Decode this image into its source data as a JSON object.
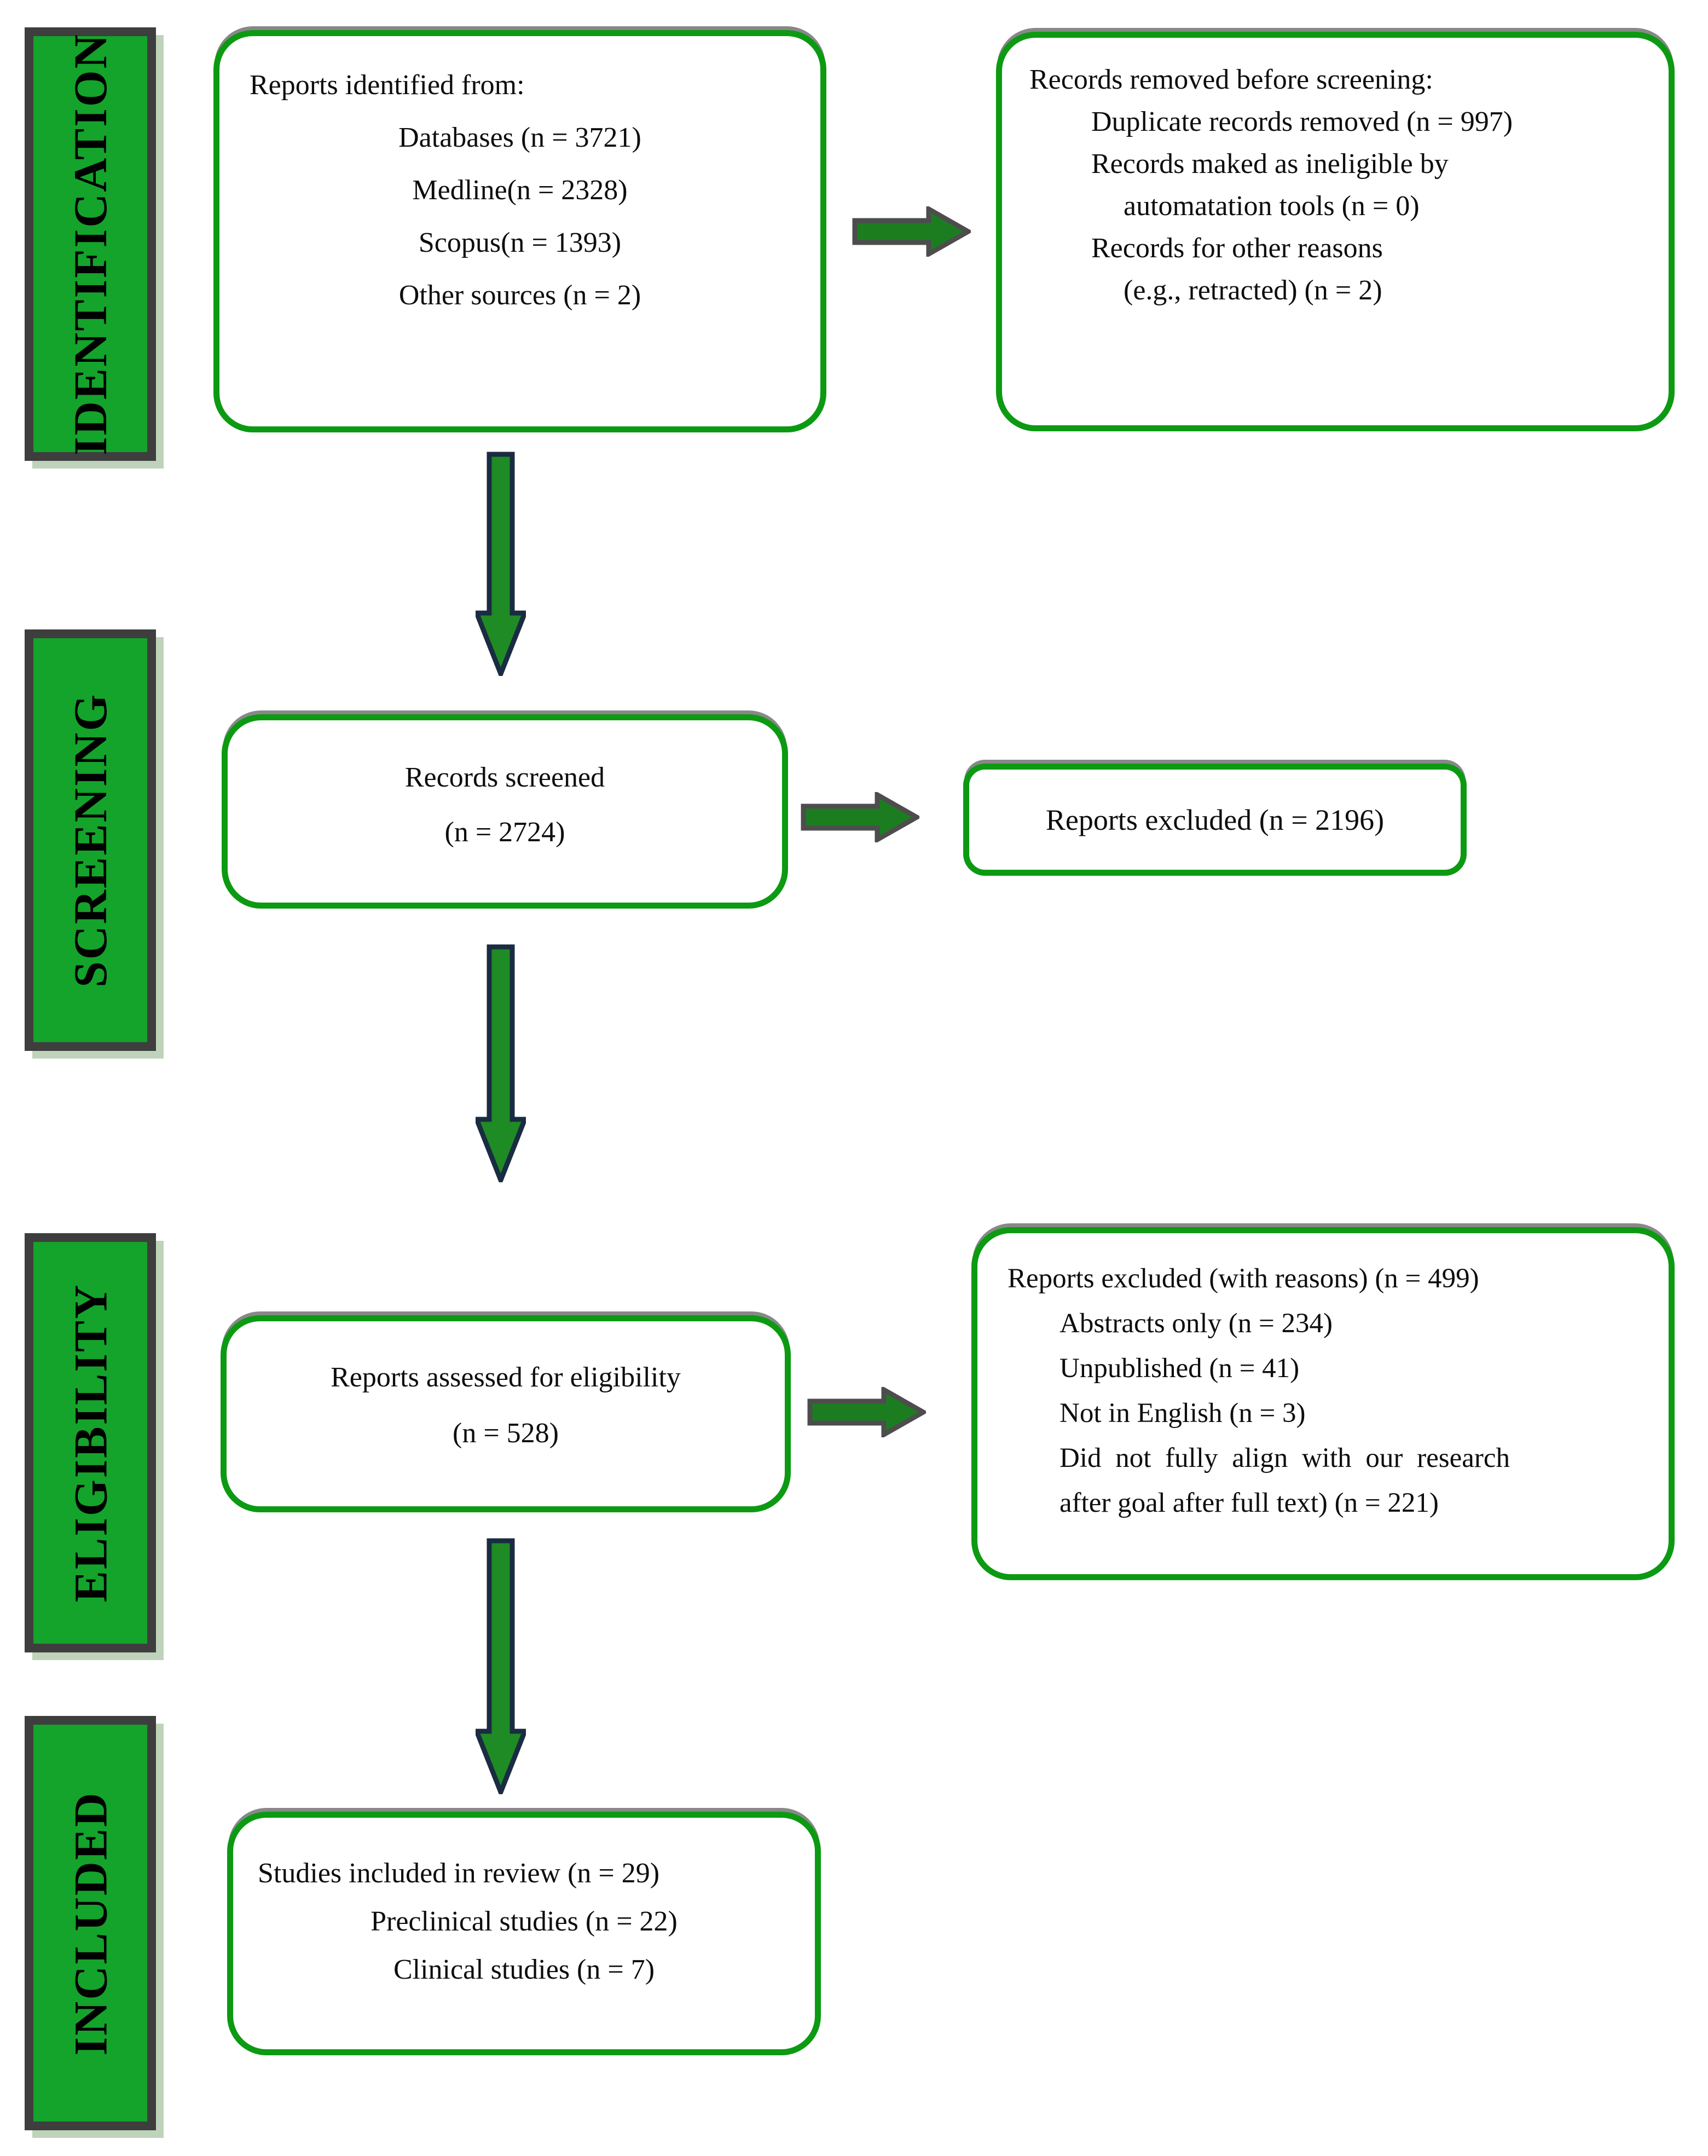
{
  "figure": {
    "type": "prisma-flow-diagram",
    "background": "#ffffff"
  },
  "colors": {
    "band_green": "#14a32b",
    "band_border": "#3e3e3e",
    "box_border_green": "#0c9a12",
    "horizontal_arrow_fill": "#1c7d20",
    "horizontal_arrow_stroke": "#4d4d4d",
    "vertical_arrow_fill": "#1f8b25",
    "vertical_arrow_stroke": "#1a2c42",
    "text": "#0d0d0d"
  },
  "stages": {
    "identification": "IDENTIFICATION",
    "screening": "SCREENING",
    "eligibility": "ELIGIBILITY",
    "included": "INCLUDED"
  },
  "boxes": {
    "identified": {
      "title": "Reports identified from:",
      "items": [
        "Databases (n = 3721)",
        "Medline(n = 2328)",
        "Scopus(n = 1393)",
        "Other sources (n = 2)"
      ]
    },
    "removed": {
      "title": "Records removed before screening:",
      "lines": [
        "Duplicate records removed (n = 997)",
        "Records maked as ineligible by",
        "automatation tools (n = 0)",
        "Records for other reasons",
        "(e.g., retracted) (n = 2)"
      ]
    },
    "screened": {
      "line1": "Records screened",
      "line2": "(n = 2724)"
    },
    "excluded": {
      "text": "Reports excluded (n = 2196)"
    },
    "assessed": {
      "line1": "Reports assessed for eligibility",
      "line2": "(n = 528)"
    },
    "reasons": {
      "title": "Reports excluded (with reasons) (n = 499)",
      "lines": [
        "Abstracts only (n = 234)",
        "Unpublished (n = 41)",
        "Not in English (n = 3)",
        "Did not fully align with our research",
        "after goal after full text) (n = 221)"
      ]
    },
    "studies": {
      "title": "Studies included in review (n = 29)",
      "items": [
        "Preclinical studies (n = 22)",
        "Clinical studies (n = 7)"
      ]
    }
  }
}
